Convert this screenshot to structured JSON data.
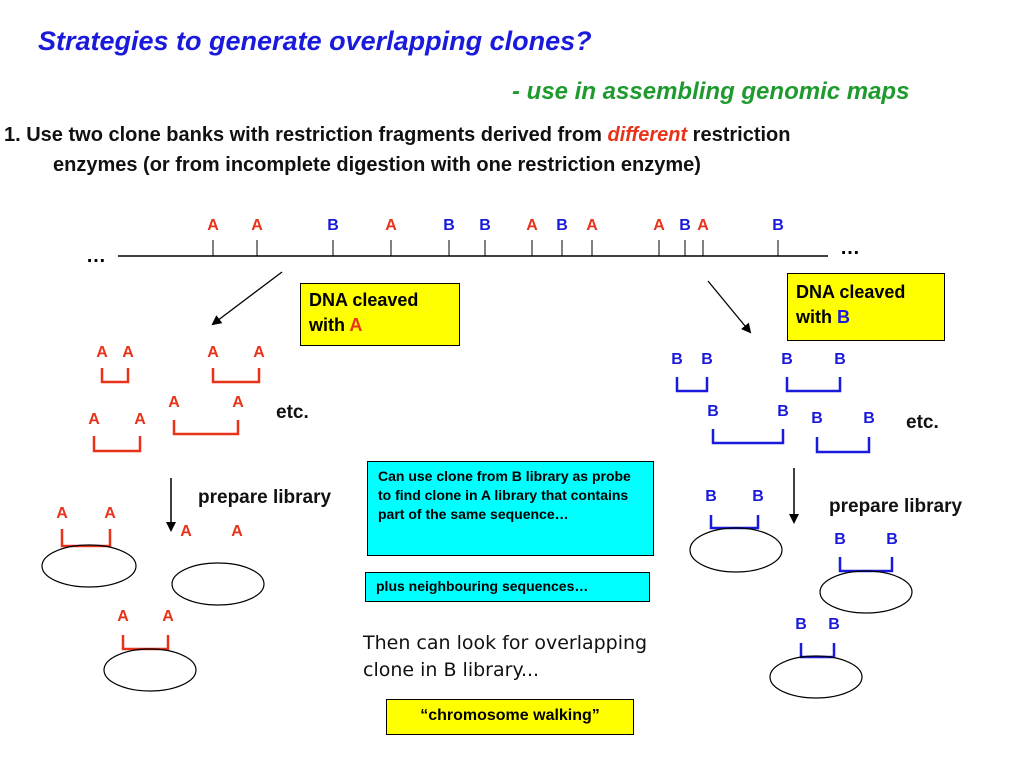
{
  "title": "Strategies to generate overlapping clones?",
  "subtitle": "- use in assembling genomic maps",
  "point": {
    "line1_prefix": "1.  Use two clone banks with restriction fragments derived from ",
    "line1_emph": "different",
    "line1_suffix": " restriction",
    "line2": "enzymes (or from incomplete digestion with one restriction enzyme)"
  },
  "map": {
    "ellipsis": "…",
    "site_labels": [
      "A",
      "A",
      "B",
      "A",
      "B",
      "B",
      "A",
      "B",
      "A",
      "A",
      "B",
      "A",
      "B"
    ]
  },
  "box_a": {
    "prefix": "DNA cleaved with ",
    "enzyme": "A"
  },
  "box_b": {
    "prefix": "DNA cleaved with ",
    "enzyme": "B"
  },
  "fragment_site_a": "A",
  "fragment_site_b": "B",
  "etc": "etc.",
  "prepare_library": "prepare library",
  "probe_note": "Can use clone from B library as probe to find clone in A library that contains part of the same sequence…",
  "neighbour_note": "plus neighbouring sequences…",
  "then_note": "Then can look for overlapping clone in B library...",
  "walking_note": "“chromosome walking”",
  "colors": {
    "enzyme_a": "#e8321a",
    "enzyme_b": "#1a1adc",
    "title": "#1a1adc",
    "subtitle": "#1f9a2e",
    "callout_yellow": "#ffff00",
    "callout_cyan": "#00ffff"
  }
}
